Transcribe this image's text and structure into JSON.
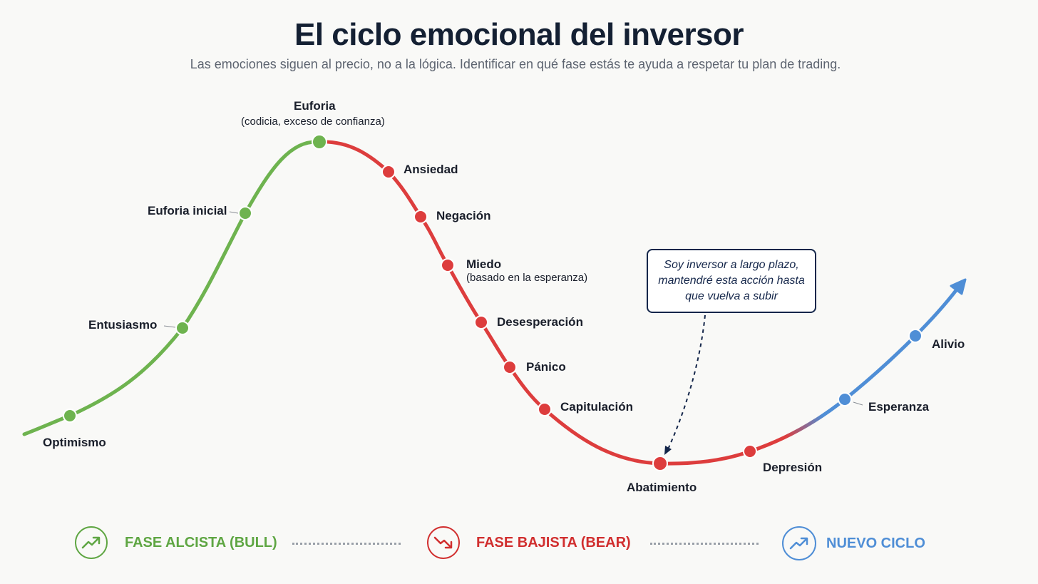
{
  "header": {
    "title": "El ciclo emocional del inversor",
    "subtitle": "Las emociones siguen al precio, no a la lógica. Identificar en qué fase estás te ayuda a respetar tu plan de trading."
  },
  "colors": {
    "bull": "#6eb34f",
    "bear": "#dd3d3d",
    "new_cycle": "#4f8ed6",
    "callout_border": "#14264a"
  },
  "phases": [
    {
      "label": "Optimismo",
      "phase": "bull"
    },
    {
      "label": "Entusiasmo",
      "phase": "bull"
    },
    {
      "label": "Euforia inicial",
      "phase": "bull"
    },
    {
      "label": "Euforia",
      "note": "(codicia, exceso de confianza)",
      "phase": "bull"
    },
    {
      "label": "Ansiedad",
      "phase": "bear"
    },
    {
      "label": "Negación",
      "phase": "bear"
    },
    {
      "label": "Miedo",
      "note": "(basado en la esperanza)",
      "phase": "bear"
    },
    {
      "label": "Desesperación",
      "phase": "bear"
    },
    {
      "label": "Pánico",
      "phase": "bear"
    },
    {
      "label": "Capitulación",
      "phase": "bear"
    },
    {
      "label": "Abatimiento",
      "phase": "bear"
    },
    {
      "label": "Depresión",
      "phase": "bear"
    },
    {
      "label": "Esperanza",
      "phase": "new_cycle"
    },
    {
      "label": "Alivio",
      "phase": "new_cycle"
    }
  ],
  "callout": {
    "text": "Soy inversor a largo plazo, mantendré esta acción hasta que vuelva a subir",
    "points_to": "Abatimiento"
  },
  "legend": {
    "bull": {
      "label": "FASE ALCISTA (BULL)",
      "icon": "trend-up-icon"
    },
    "bear": {
      "label": "FASE BAJISTA (BEAR)",
      "icon": "trend-down-icon"
    },
    "new_cycle": {
      "label": "NUEVO CICLO",
      "icon": "trend-up-icon"
    }
  }
}
